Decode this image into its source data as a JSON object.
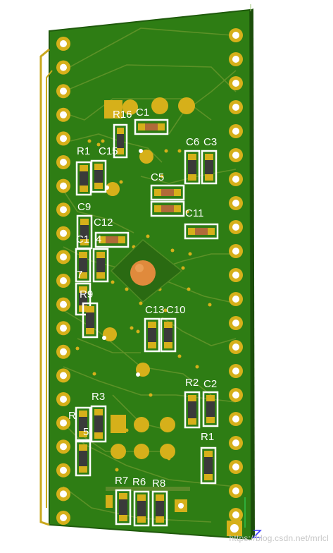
{
  "board": {
    "designators": {
      "r16": "R16",
      "c1": "C1",
      "c6": "C6",
      "c3": "C3",
      "r15": "R1",
      "c15": "C15",
      "c5": "C5",
      "c9": "C9",
      "c11": "C11",
      "c12": "C12",
      "c14": "C1",
      "c4": "4",
      "c7": "7",
      "r9": "R9",
      "c13": "C13",
      "c10": "C10",
      "r2": "R2",
      "c2": "C2",
      "r3": "R3",
      "r4": "R",
      "r5": "5",
      "r1": "R1",
      "r7": "R7",
      "r6": "R6",
      "r8": "R8"
    }
  },
  "watermark": "https://blog.csdn.net/mrlcl",
  "colors": {
    "pcb": "#2e7d14",
    "pcb_edge": "#1f5a0c",
    "trace": "#7aa52a",
    "gold": "#d6b01a",
    "pad_hole": "#ffffff",
    "outline": "#ffffff",
    "chip": "#e08a3c"
  }
}
